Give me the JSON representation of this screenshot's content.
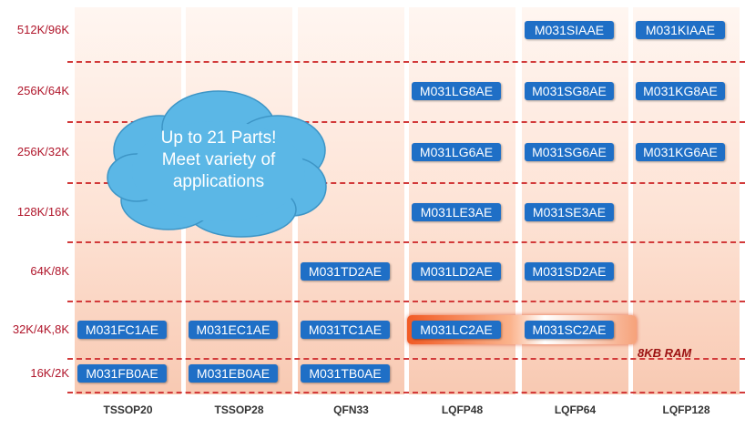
{
  "rows": [
    "512K/96K",
    "256K/64K",
    "256K/32K",
    "128K/16K",
    "64K/8K",
    "32K/4K,8K",
    "16K/2K"
  ],
  "columns": [
    "TSSOP20",
    "TSSOP28",
    "QFN33",
    "LQFP48",
    "LQFP64",
    "LQFP128"
  ],
  "parts": [
    {
      "name": "M031SIAAE",
      "row": 0,
      "col": 4
    },
    {
      "name": "M031KIAAE",
      "row": 0,
      "col": 5
    },
    {
      "name": "M031LG8AE",
      "row": 1,
      "col": 3
    },
    {
      "name": "M031SG8AE",
      "row": 1,
      "col": 4
    },
    {
      "name": "M031KG8AE",
      "row": 1,
      "col": 5
    },
    {
      "name": "M031LG6AE",
      "row": 2,
      "col": 3
    },
    {
      "name": "M031SG6AE",
      "row": 2,
      "col": 4
    },
    {
      "name": "M031KG6AE",
      "row": 2,
      "col": 5
    },
    {
      "name": "M031LE3AE",
      "row": 3,
      "col": 3
    },
    {
      "name": "M031SE3AE",
      "row": 3,
      "col": 4
    },
    {
      "name": "M031TD2AE",
      "row": 4,
      "col": 2
    },
    {
      "name": "M031LD2AE",
      "row": 4,
      "col": 3
    },
    {
      "name": "M031SD2AE",
      "row": 4,
      "col": 4
    },
    {
      "name": "M031FC1AE",
      "row": 5,
      "col": 0
    },
    {
      "name": "M031EC1AE",
      "row": 5,
      "col": 1
    },
    {
      "name": "M031TC1AE",
      "row": 5,
      "col": 2
    },
    {
      "name": "M031LC2AE",
      "row": 5,
      "col": 3
    },
    {
      "name": "M031SC2AE",
      "row": 5,
      "col": 4
    },
    {
      "name": "M031FB0AE",
      "row": 6,
      "col": 0
    },
    {
      "name": "M031EB0AE",
      "row": 6,
      "col": 1
    },
    {
      "name": "M031TB0AE",
      "row": 6,
      "col": 2
    }
  ],
  "callout": {
    "lines": [
      "Up to 21 Parts!",
      "Meet variety of",
      "applications"
    ]
  },
  "highlight_note": "8KB RAM",
  "colors": {
    "part": "#1f6fc6",
    "row_label": "#b0152a",
    "separator": "#d23a3a",
    "cloud": "#5bb7e6"
  }
}
